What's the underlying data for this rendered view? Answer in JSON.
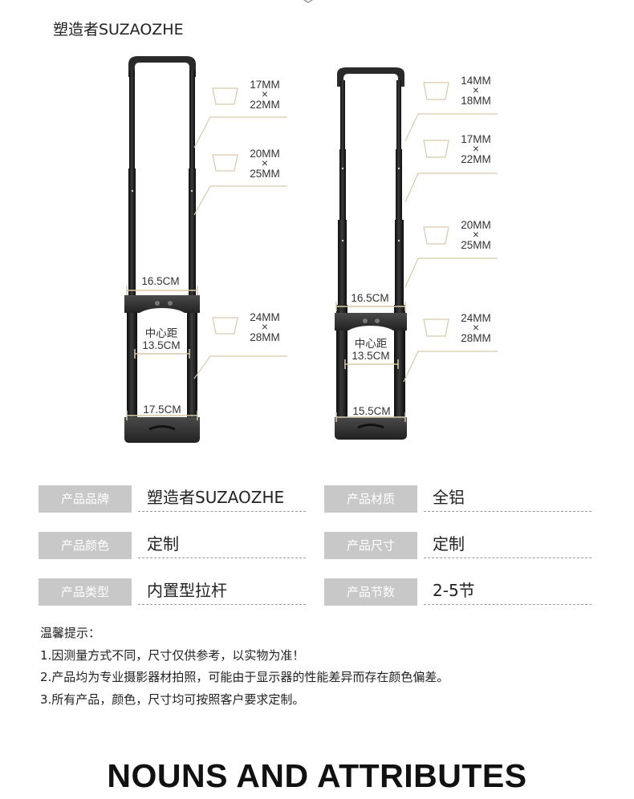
{
  "brand_title": "塑造者SUZAOZHE",
  "left_handle": {
    "tube_sizes": [
      {
        "a": "17MM",
        "b": "22MM"
      },
      {
        "a": "20MM",
        "b": "25MM"
      },
      {
        "a": "24MM",
        "b": "28MM"
      }
    ],
    "top_width": "16.5CM",
    "center_label": "中心距",
    "center_distance": "13.5CM",
    "bottom_width": "17.5CM"
  },
  "right_handle": {
    "tube_sizes": [
      {
        "a": "14MM",
        "b": "18MM"
      },
      {
        "a": "17MM",
        "b": "22MM"
      },
      {
        "a": "20MM",
        "b": "25MM"
      },
      {
        "a": "24MM",
        "b": "28MM"
      }
    ],
    "top_width": "16.5CM",
    "center_label": "中心距",
    "center_distance": "13.5CM",
    "bottom_width": "15.5CM"
  },
  "times_sign": "×",
  "specs": [
    {
      "label": "产品品牌",
      "value": "塑造者SUZAOZHE"
    },
    {
      "label": "产品材质",
      "value": "全铝"
    },
    {
      "label": "产品颜色",
      "value": "定制"
    },
    {
      "label": "产品尺寸",
      "value": "定制"
    },
    {
      "label": "产品类型",
      "value": "内置型拉杆"
    },
    {
      "label": "产品节数",
      "value": "2-5节"
    }
  ],
  "notes": {
    "heading": "温馨提示：",
    "items": [
      "1.因测量方式不同，尺寸仅供参考，以实物为准！",
      "2.产品均为专业摄影器材拍照，可能由于显示器的性能差异而存在颜色偏差。",
      "3.所有产品，颜色，尺寸均可按照客户要求定制。"
    ]
  },
  "footer_title": "NOUNS AND ATTRIBUTES",
  "colors": {
    "label_bg": "#c8c8c8",
    "accent_line": "#d8c9ab",
    "trolley_dark": "#1b1b1b"
  }
}
